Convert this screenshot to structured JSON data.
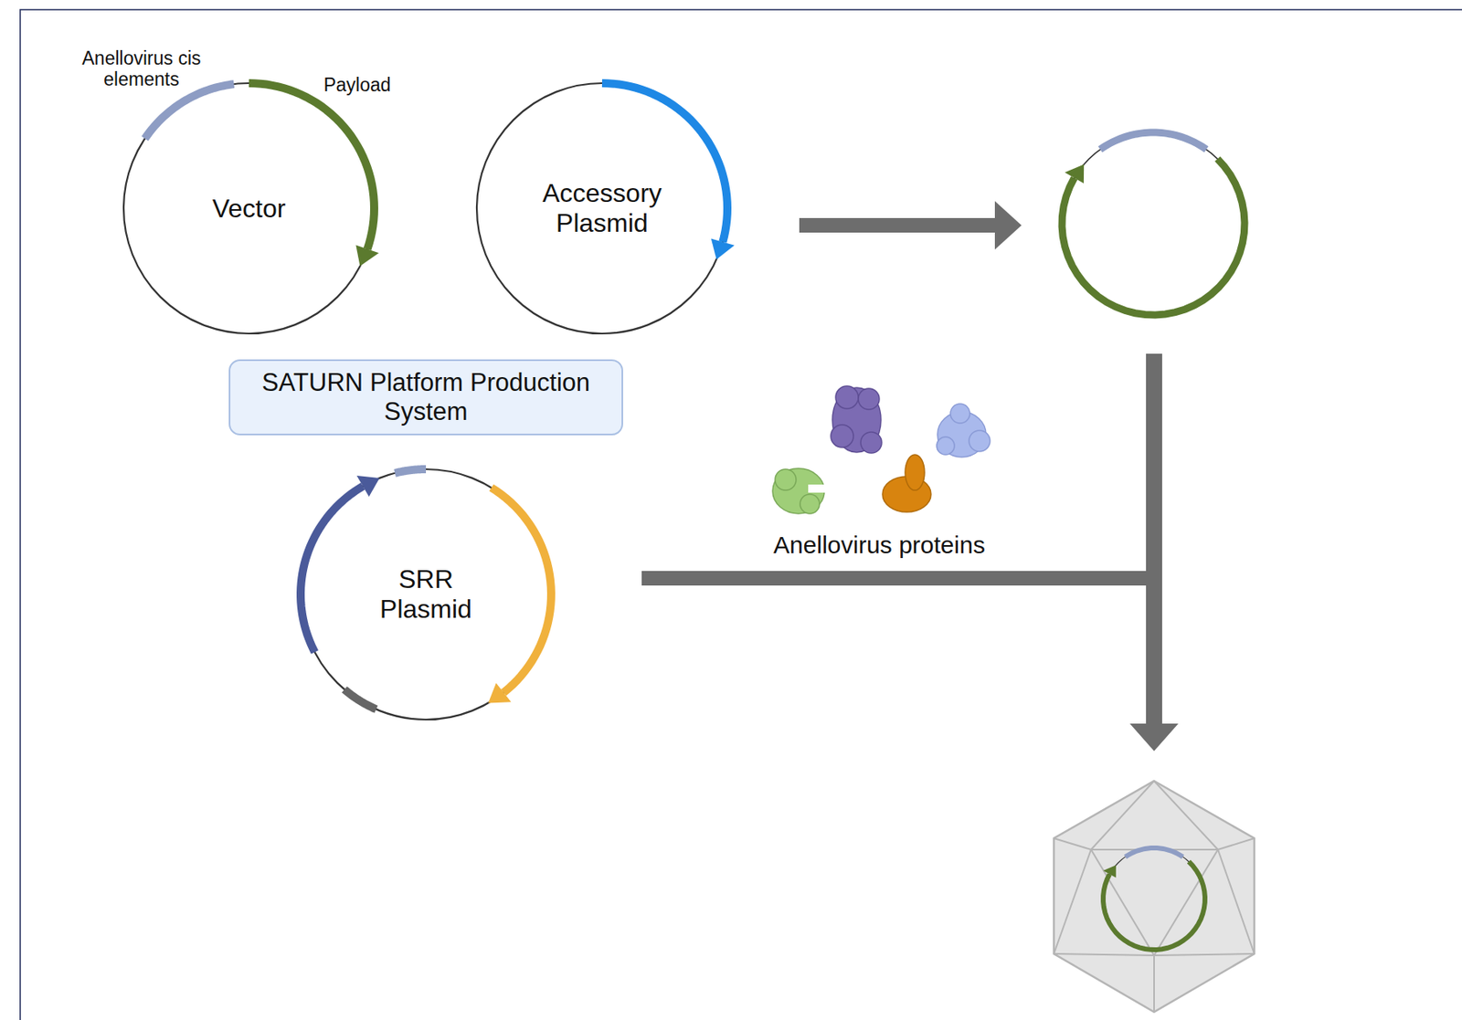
{
  "diagram": {
    "nodes": [
      {
        "text": [
          "Vector"
        ]
      },
      {
        "text": [
          "Accessory Plasmid"
        ]
      },
      {
        "text": [
          "SATURN Platform Production System"
        ]
      },
      {
        "text": [
          "SRR Plasmid"
        ]
      }
    ],
    "labels": [
      "Anellovirus cis elements",
      "Payload",
      "Anellovirus proteins"
    ]
  }
}
